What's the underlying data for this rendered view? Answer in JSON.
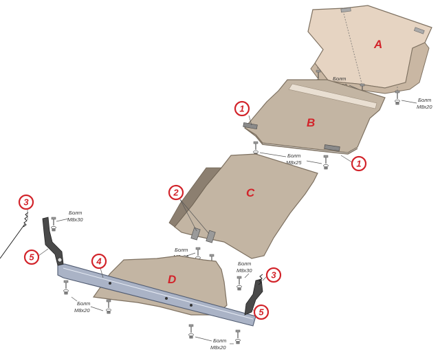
{
  "colors": {
    "plate_fill": "#c3b5a3",
    "plate_edge": "#7d7060",
    "plate_a_fill": "#e6d4c2",
    "beam_fill": "#aab3c6",
    "bracket_fill": "#4a4a4a",
    "callout_red": "#d2232a",
    "text_dark": "#333333"
  },
  "plates": [
    {
      "id": "A",
      "label": "A"
    },
    {
      "id": "B",
      "label": "B"
    },
    {
      "id": "C",
      "label": "C"
    },
    {
      "id": "D",
      "label": "D"
    }
  ],
  "callouts": {
    "c1a": "1",
    "c1b": "1",
    "c2": "2",
    "c3a": "3",
    "c3b": "3",
    "c4": "4",
    "c5a": "5",
    "c5b": "5"
  },
  "bolts": {
    "a_left": {
      "name": "Болт",
      "size": "M8x20"
    },
    "a_right": {
      "name": "Болт",
      "size": "M8x20"
    },
    "b": {
      "name": "Болт",
      "size": "M8x25"
    },
    "c": {
      "name": "Болт",
      "size": "M8x25"
    },
    "left_m30": {
      "name": "Болт",
      "size": "M8x30"
    },
    "right_m30": {
      "name": "Болт",
      "size": "M8x30"
    },
    "left_m20": {
      "name": "Болт",
      "size": "M8x20"
    },
    "bottom_m20": {
      "name": "Болт",
      "size": "M8x20"
    }
  }
}
